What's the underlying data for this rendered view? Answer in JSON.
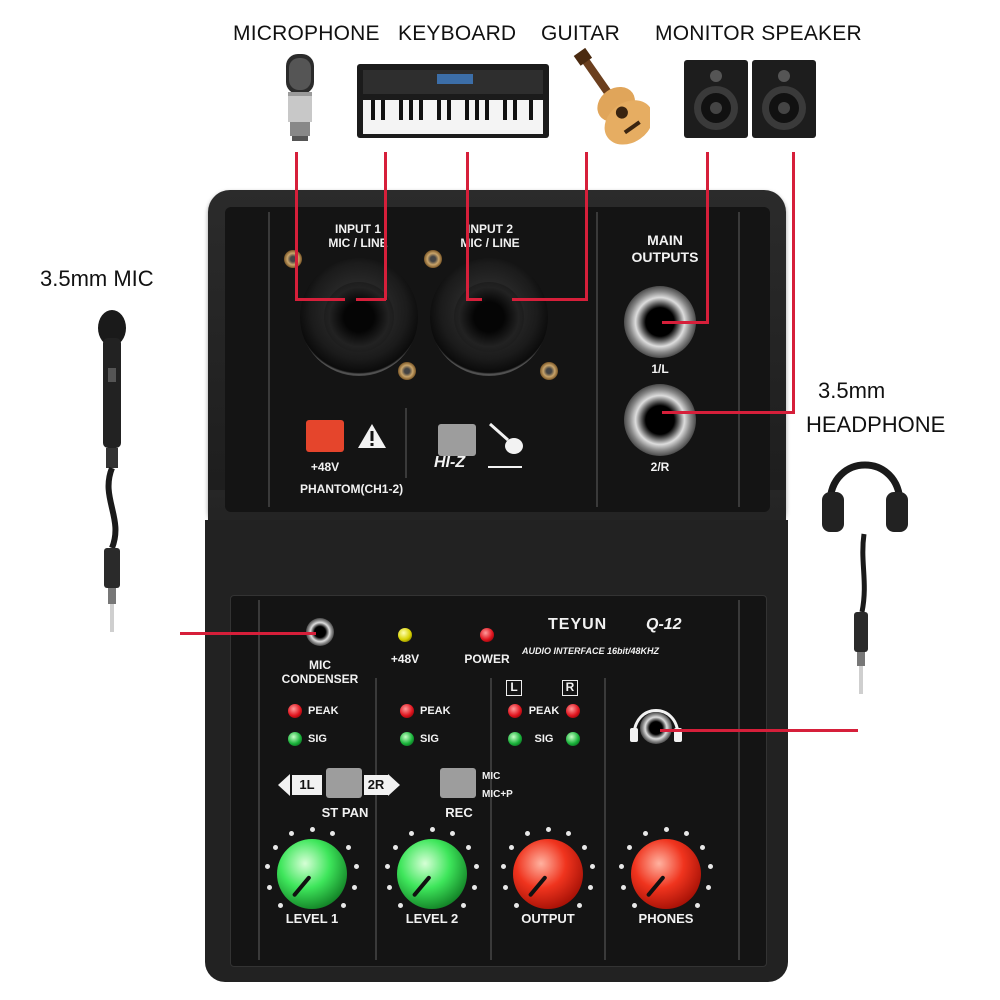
{
  "top_labels": {
    "microphone": "MICROPHONE",
    "keyboard": "KEYBOARD",
    "guitar": "GUITAR",
    "monitor_speaker": "MONITOR SPEAKER"
  },
  "side_labels": {
    "mic_35": "3.5mm MIC",
    "headphone_35_line1": "3.5mm",
    "headphone_35_line2": "HEADPHONE"
  },
  "device": {
    "input1_line1": "INPUT 1",
    "input1_line2": "MIC / LINE",
    "input2_line1": "INPUT 2",
    "input2_line2": "MIC / LINE",
    "main_outputs_line1": "MAIN",
    "main_outputs_line2": "OUTPUTS",
    "out_1l": "1/L",
    "out_2r": "2/R",
    "phantom_48v": "+48V",
    "phantom_label": "PHANTOM(CH1-2)",
    "hiz": "HI-Z",
    "brand": "TEYUN",
    "model": "Q-12",
    "subtitle": "AUDIO INTERFACE 16bit/48KHZ",
    "mic_condenser_line1": "MIC",
    "mic_condenser_line2": "CONDENSER",
    "led_48v": "+48V",
    "led_power": "POWER",
    "peak": "PEAK",
    "sig": "SIG",
    "l": "L",
    "r": "R",
    "pan_1l": "1L",
    "pan_2r": "2R",
    "st_pan": "ST PAN",
    "rec": "REC",
    "rec_mic": "MIC",
    "rec_micp": "MIC+P",
    "level1": "LEVEL 1",
    "level2": "LEVEL 2",
    "output": "OUTPUT",
    "phones": "PHONES"
  },
  "colors": {
    "cable": "#d61f3a",
    "phantom_button": "#e5452c",
    "knob_green": "#3ee65b",
    "knob_red": "#f0341e"
  },
  "icons": [
    "microphone-icon",
    "keyboard-icon",
    "guitar-icon",
    "speaker-icon",
    "handheld-mic-icon",
    "headphones-icon",
    "warning-icon",
    "headphone-jack-icon"
  ]
}
